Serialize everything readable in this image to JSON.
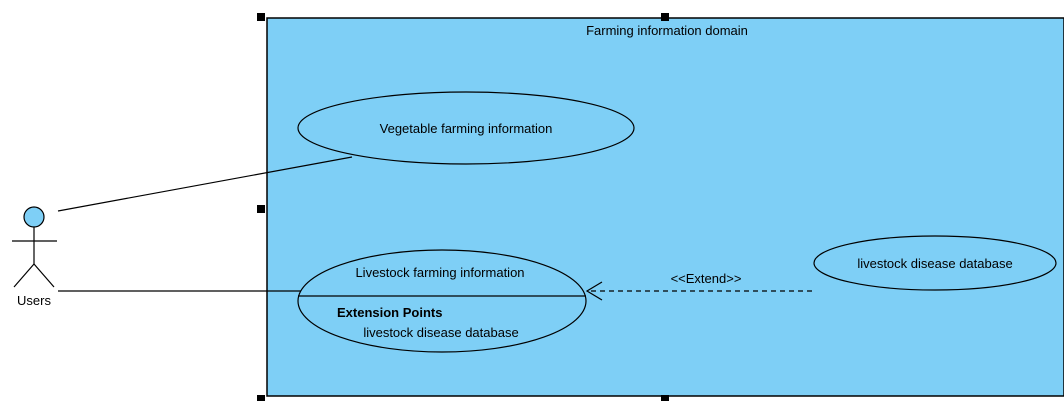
{
  "diagram": {
    "system_title": "Farming information domain",
    "actor": {
      "name": "Users",
      "icon": "stick-figure-icon"
    },
    "use_cases": {
      "vegetable": {
        "label": "Vegetable farming information"
      },
      "livestock": {
        "label": "Livestock farming information",
        "extension_points_heading": "Extension Points",
        "extension_point": "livestock disease database"
      },
      "disease_db": {
        "label": "livestock disease database"
      }
    },
    "extend_label": "<<Extend>>"
  },
  "colors": {
    "boundary_fill": "#7ecff6",
    "ellipse_fill": "#7ecff6",
    "actor_head_fill": "#7ecff6",
    "stroke": "#000000",
    "selection_handle": "#000000"
  }
}
